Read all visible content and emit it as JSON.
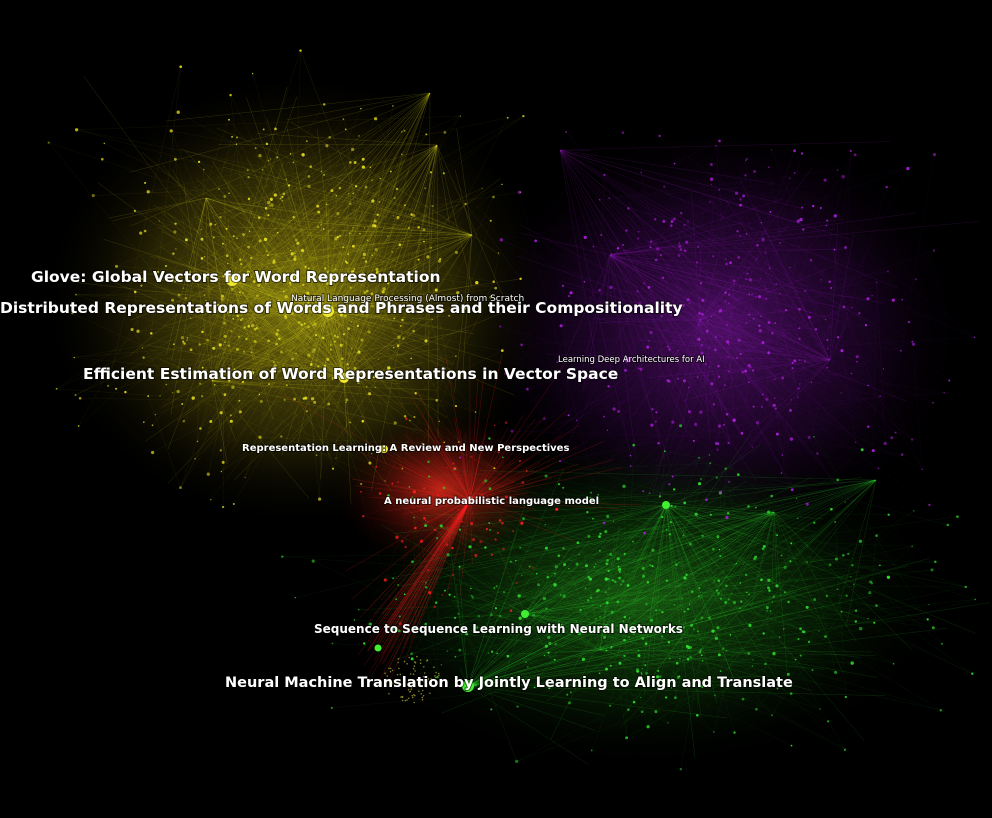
{
  "graph": {
    "background": "#000000",
    "clusters": [
      {
        "name": "yellow",
        "color": "#e8e020"
      },
      {
        "name": "purple",
        "color": "#b020e0"
      },
      {
        "name": "green",
        "color": "#30e030"
      },
      {
        "name": "red",
        "color": "#ff2020"
      }
    ],
    "labels": {
      "glove": "Glove: Global Vectors for Word Representation",
      "distributed": "Distributed Representations of Words and Phrases and their Compositionality",
      "nlp_scratch": "Natural Language Processing (Almost) from Scratch",
      "learning_deep": "Learning Deep Architectures for AI",
      "efficient": "Efficient Estimation of Word Representations in Vector Space",
      "representation": "Representation Learning: A Review and New Perspectives",
      "neural_prob": "A neural probabilistic language model",
      "seq2seq": "Sequence to Sequence Learning with Neural Networks",
      "nmt": "Neural Machine Translation by Jointly Learning to Align and Translate"
    }
  }
}
